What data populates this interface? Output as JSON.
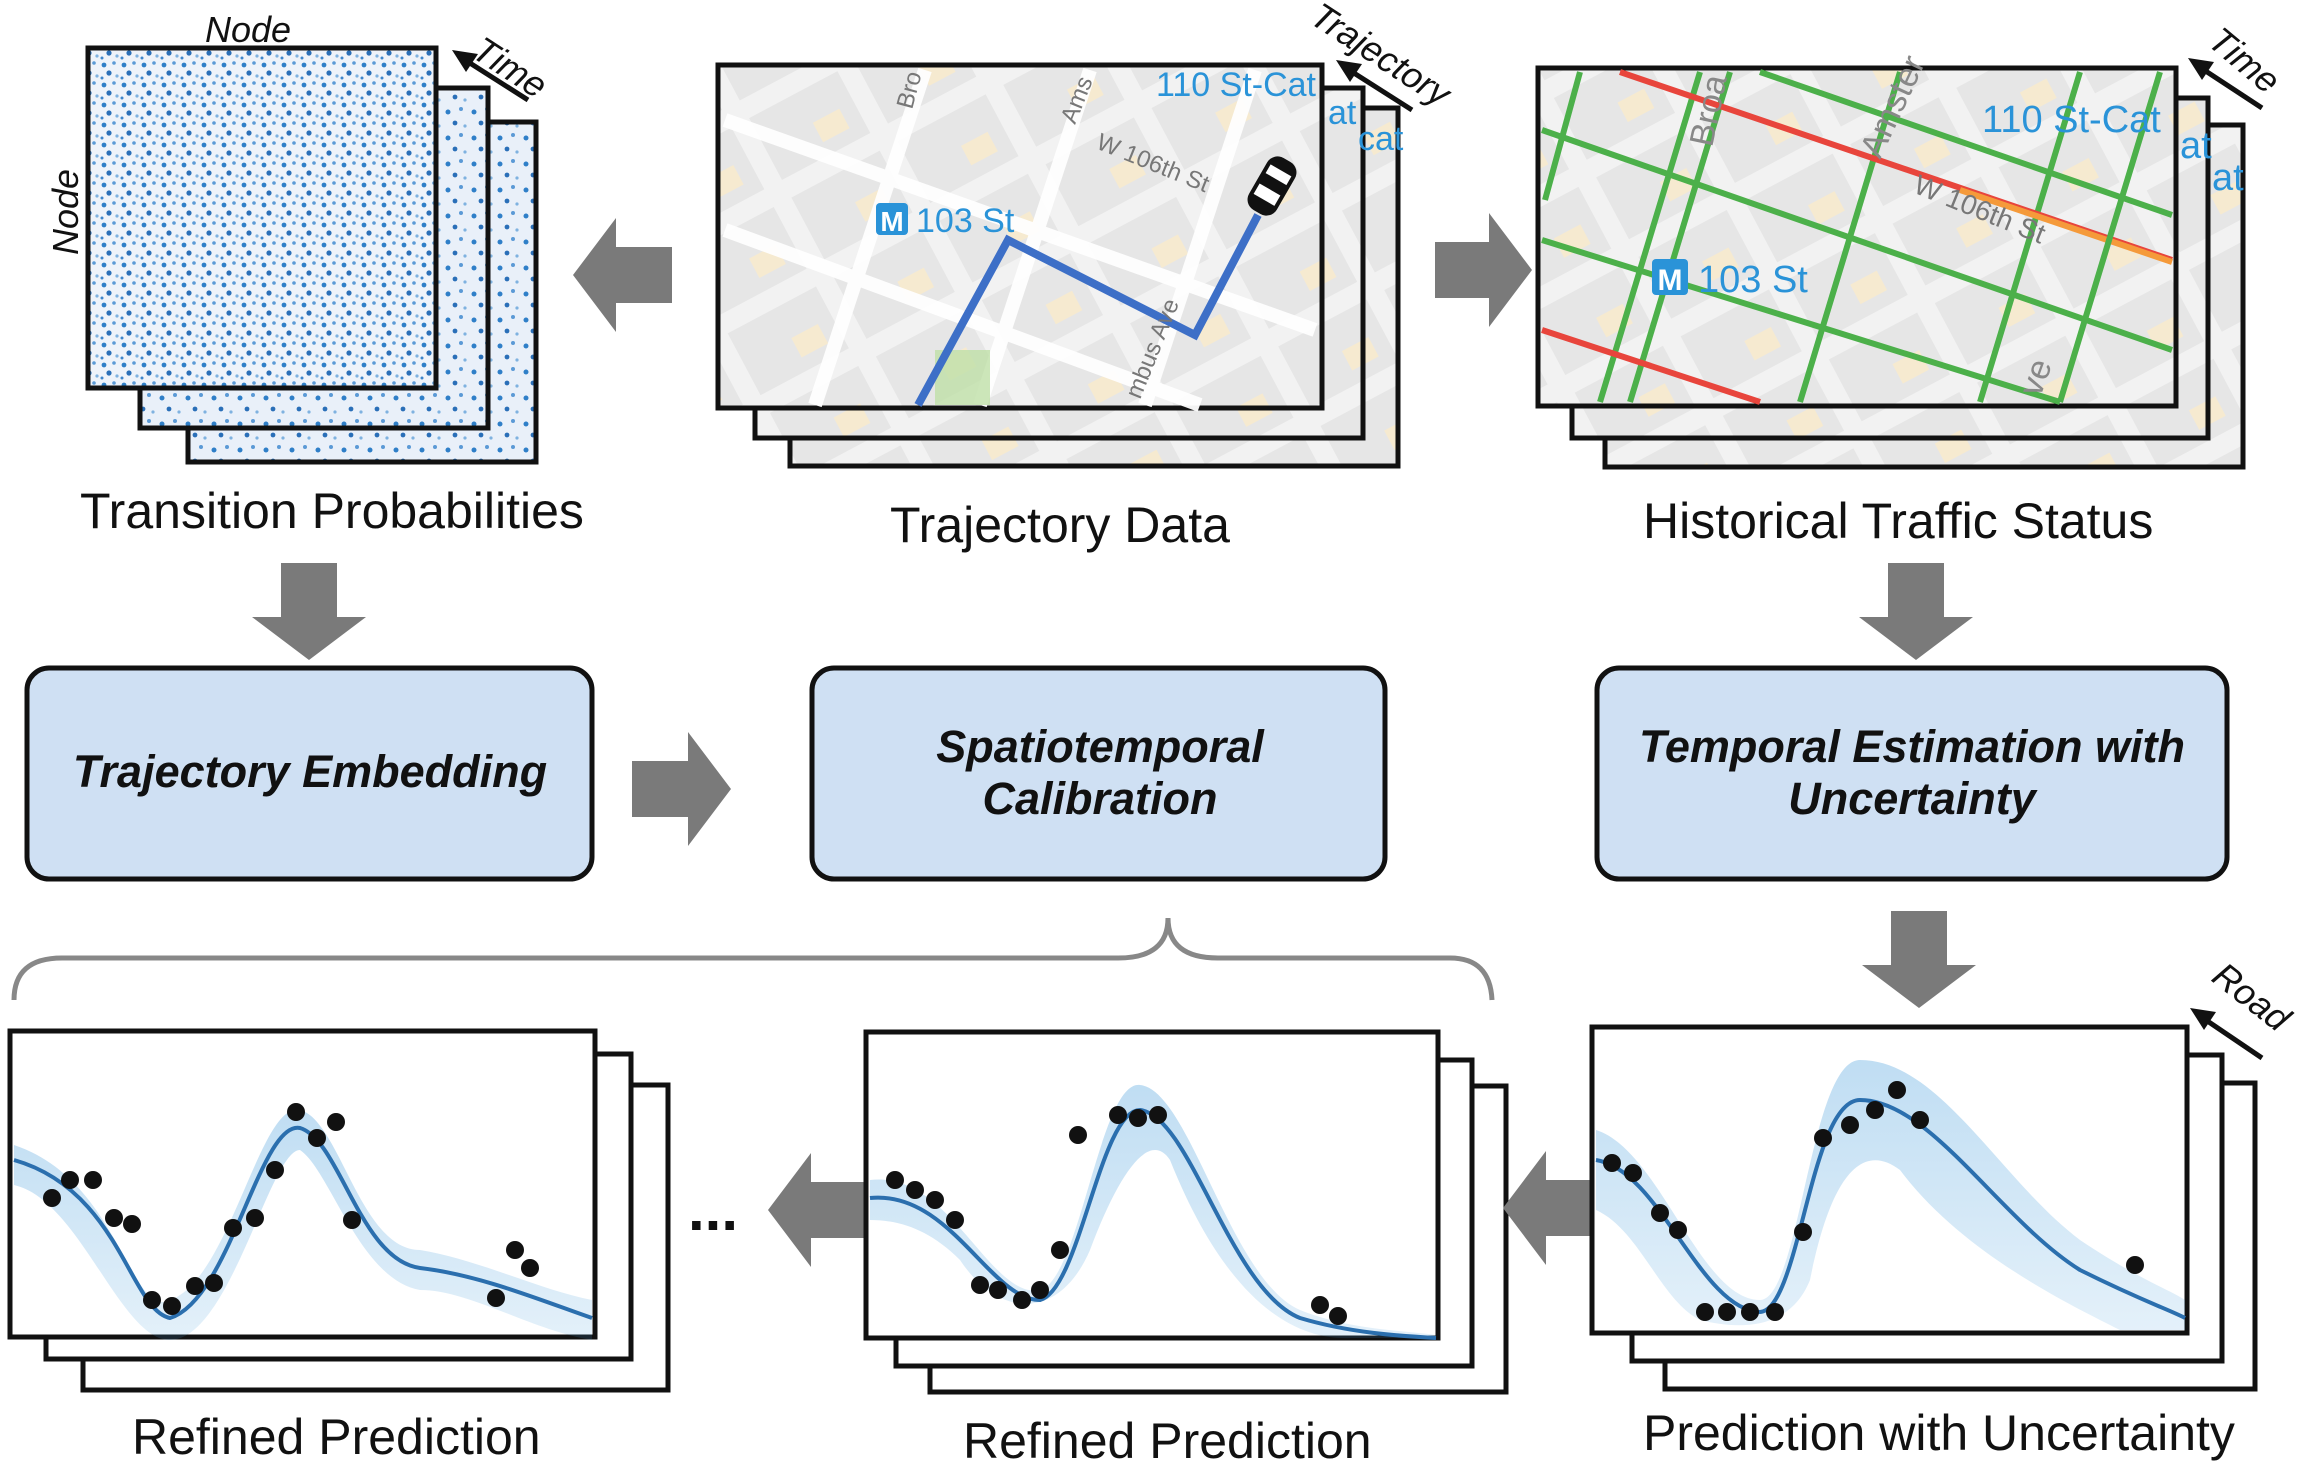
{
  "captions": {
    "transition_probabilities": "Transition Probabilities",
    "trajectory_data": "Trajectory Data",
    "historical_traffic_status": "Historical Traffic Status",
    "refined_prediction_1": "Refined Prediction",
    "refined_prediction_2": "Refined Prediction",
    "prediction_with_uncertainty": "Prediction with Uncertainty"
  },
  "axis_labels": {
    "node_top": "Node",
    "node_side": "Node",
    "time_left": "Time",
    "trajectory": "Trajectory",
    "time_right": "Time",
    "road": "Road"
  },
  "process_boxes": {
    "trajectory_embedding": "Trajectory Embedding",
    "spatiotemporal_line1": "Spatiotemporal",
    "spatiotemporal_line2": "Calibration",
    "temporal_line1": "Temporal Estimation with",
    "temporal_line2": "Uncertainty"
  },
  "map_labels": {
    "station_a": "103 St",
    "station_b": "103 St",
    "station_icon": "M",
    "station_icon_b": "M",
    "destination_a": "110 St-Cat",
    "destination_b": "110 St-Cat",
    "stack_a1": "at",
    "stack_a2": "cat",
    "stack_b1": "at",
    "stack_b2": "at",
    "street_broadway": "Bro",
    "street_amsterdam": "Ams",
    "street_106": "W 106th St",
    "street_columbus": "mbus Ave",
    "street_broadway_b": "Broa",
    "street_amsterdam_b": "Amster",
    "street_106_b": "W 106th St",
    "street_ave_b": "ve"
  },
  "ellipsis": "...",
  "colors": {
    "arrow": "#7a7a7a",
    "box_fill": "#cfe0f3",
    "trajectory_path": "#3d6fc7",
    "traffic_green": "#4cb04a",
    "traffic_red": "#e8453c",
    "traffic_orange": "#f59a3a",
    "uncertainty_band": "#4a9fdc",
    "dots": "#2b8fd6"
  },
  "icons": [
    "car-icon",
    "metro-station-icon",
    "right-arrow-icon",
    "left-arrow-icon",
    "down-arrow-icon",
    "curly-brace-icon"
  ]
}
